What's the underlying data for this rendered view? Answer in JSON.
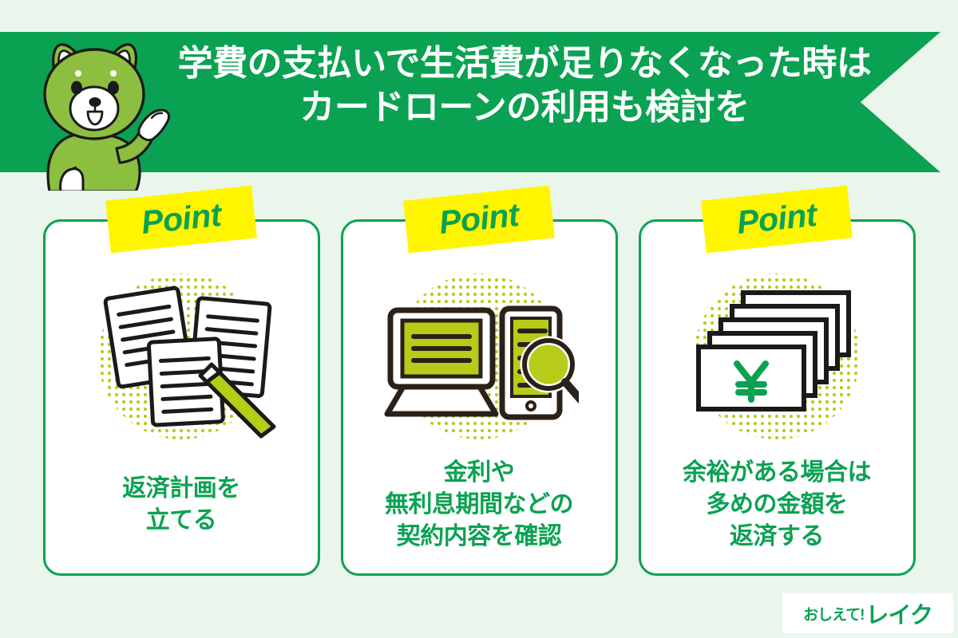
{
  "theme": {
    "page_background": "#eaf5ec",
    "brand_green": "#0aa252",
    "banner_green": "#0aa252",
    "badge_yellow": "#fff500",
    "accent_olive": "#b6cc18",
    "ink_black": "#1a1a1a",
    "card_white": "#ffffff"
  },
  "banner": {
    "title_line1": "学費の支払いで生活費が足りなくなった時は",
    "title_line2": "カードローンの利用も検討を",
    "mascot_name": "green-dog-mascot"
  },
  "cards": [
    {
      "badge_label": "Point",
      "icon_name": "documents-with-pencil-icon",
      "caption_lines": [
        "返済計画を",
        "立てる"
      ]
    },
    {
      "badge_label": "Point",
      "icon_name": "laptop-tablet-magnifier-icon",
      "caption_lines": [
        "金利や",
        "無利息期間などの",
        "契約内容を確認"
      ]
    },
    {
      "badge_label": "Point",
      "icon_name": "stacked-banknotes-yen-icon",
      "caption_lines": [
        "余裕がある場合は",
        "多めの金額を",
        "返済する"
      ]
    }
  ],
  "logo": {
    "prefix": "おしえて!",
    "name": "レイク"
  }
}
